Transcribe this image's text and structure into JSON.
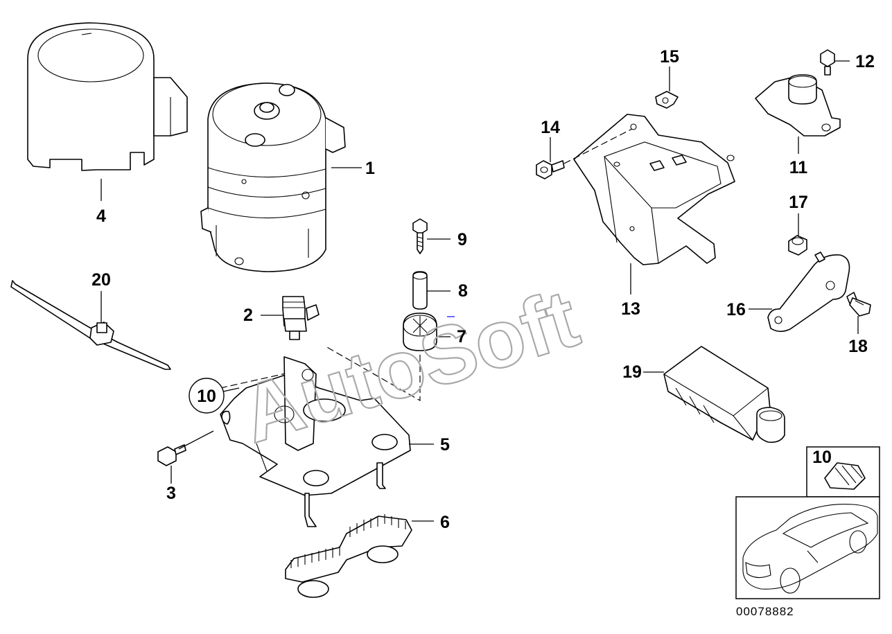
{
  "diagram_id": "00078882",
  "watermark": "AutoSoft",
  "callouts": {
    "c1": "1",
    "c2": "2",
    "c3": "3",
    "c4": "4",
    "c5": "5",
    "c6": "6",
    "c7": "7",
    "c8": "8",
    "c9": "9",
    "c10": "10",
    "c11": "11",
    "c12": "12",
    "c13": "13",
    "c14": "14",
    "c15": "15",
    "c16": "16",
    "c17": "17",
    "c18": "18",
    "c19": "19",
    "c20": "20"
  },
  "inset_label": "10"
}
